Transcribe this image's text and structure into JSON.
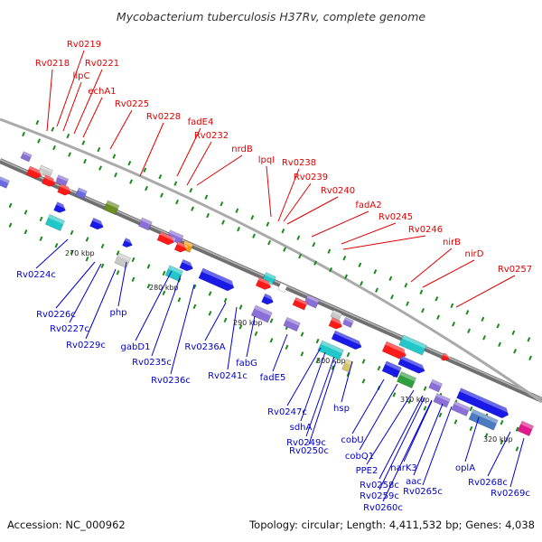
{
  "title": "Mycobacterium tuberculosis H37Rv, complete genome",
  "footer": {
    "accession": "Accession: NC_000962",
    "summary": "Topology: circular; Length: 4,411,532 bp; Genes: 4,038"
  },
  "colors": {
    "forward_label": "#dd0000",
    "reverse_label": "#0000cc",
    "backbone": "#8a8a8a",
    "tick_marks": "#1a8a1a"
  },
  "ticks": [
    "270 kbp",
    "280 kbp",
    "290 kbp",
    "300 kbp",
    "310 kbp",
    "320 kbp"
  ],
  "forward_labels": [
    "Rv0218",
    "Rv0219",
    "lipC",
    "Rv0221",
    "echA1",
    "Rv0225",
    "Rv0228",
    "fadE4",
    "Rv0232",
    "nrdB",
    "lpqI",
    "Rv0238",
    "Rv0239",
    "Rv0240",
    "fadA2",
    "Rv0245",
    "Rv0246",
    "nirB",
    "nirD",
    "Rv0257"
  ],
  "reverse_labels": [
    "Rv0224c",
    "Rv0226c",
    "Rv0227c",
    "Rv0229c",
    "php",
    "gabD1",
    "Rv0235c",
    "Rv0236c",
    "Rv0236A",
    "Rv0241c",
    "fabG",
    "fadE5",
    "Rv0247c",
    "sdhA",
    "Rv0249c",
    "Rv0250c",
    "hsp",
    "cobU",
    "cobQ1",
    "PPE2",
    "Rv0258c",
    "Rv0259c",
    "Rv0260c",
    "narK3",
    "aac",
    "Rv0265c",
    "oplA",
    "Rv0268c",
    "Rv0269c"
  ]
}
